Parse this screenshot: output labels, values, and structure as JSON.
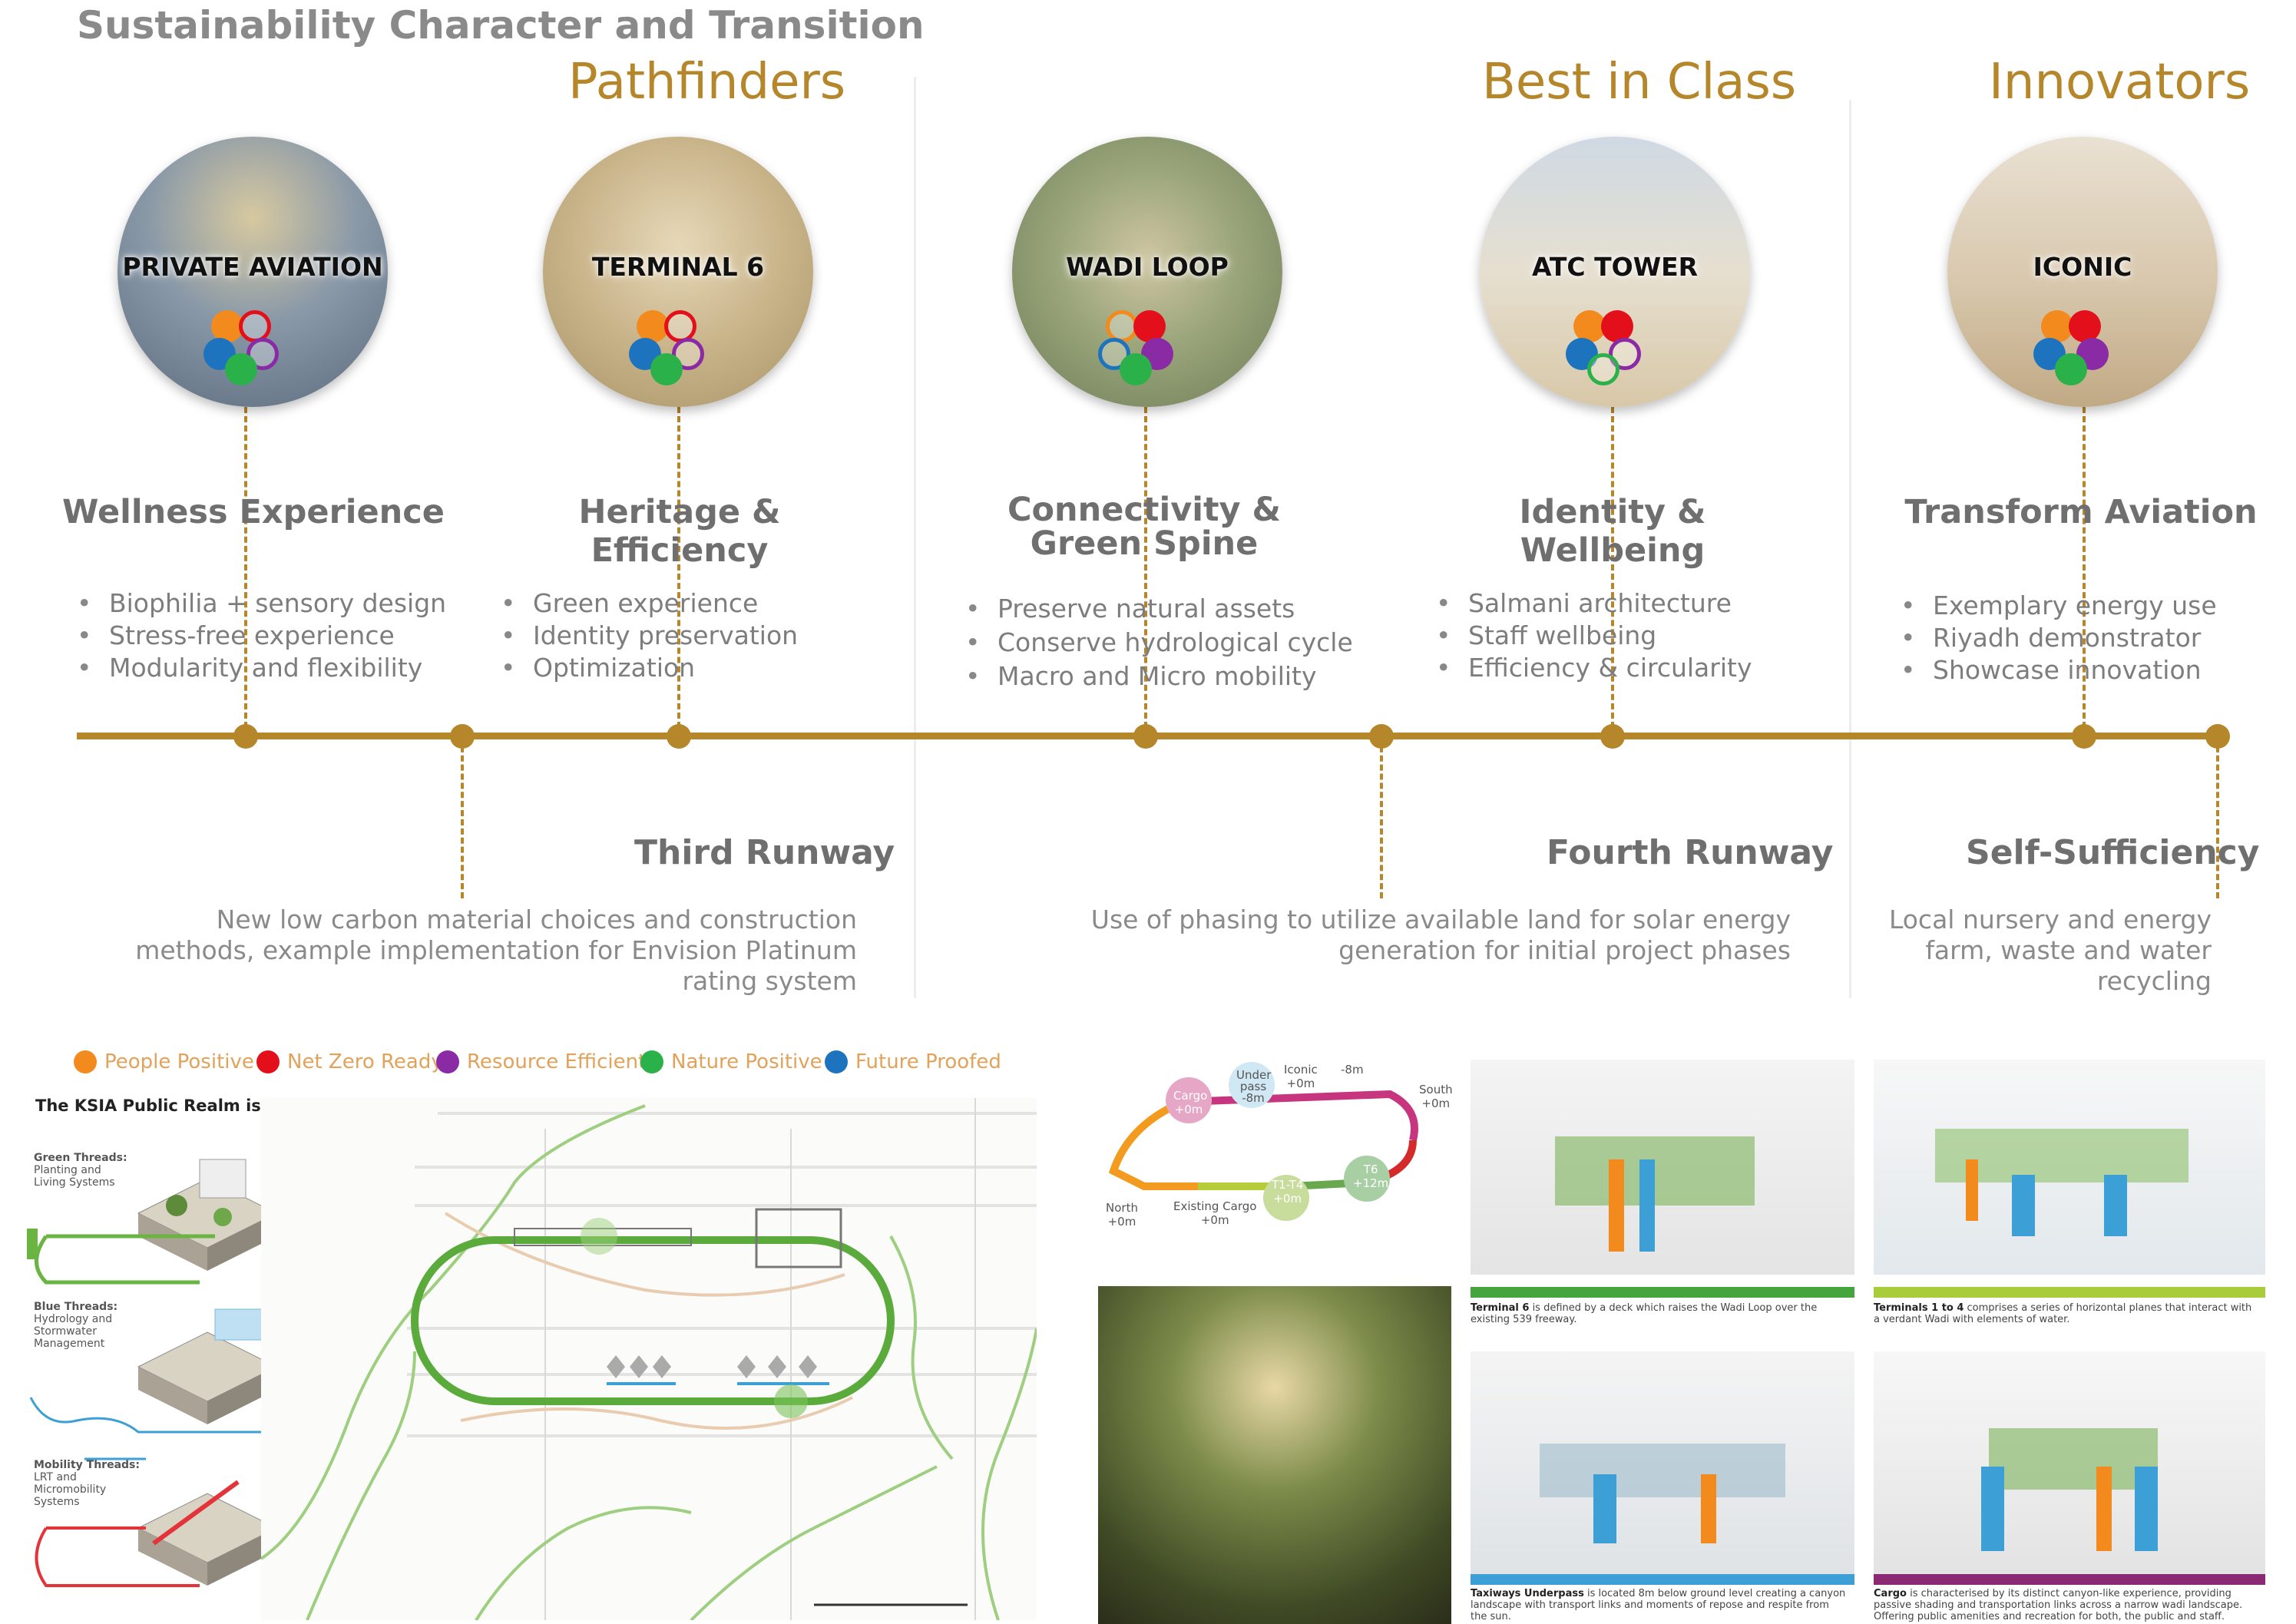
{
  "title": "Sustainability Character and Transition",
  "categories": [
    "Pathfinders",
    "Best in Class",
    "Innovators"
  ],
  "projects": [
    {
      "label": "PRIVATE AVIATION",
      "theme": "Wellness Experience",
      "bullets": [
        "Biophilia + sensory design",
        "Stress-free experience",
        "Modularity and flexibility"
      ]
    },
    {
      "label": "TERMINAL 6",
      "theme": "Heritage & Efficiency",
      "bullets": [
        "Green experience",
        "Identity preservation",
        "Optimization"
      ]
    },
    {
      "label": "WADI LOOP",
      "theme": "Connectivity & Green Spine",
      "bullets": [
        "Preserve natural assets",
        "Conserve hydrological cycle",
        "Macro and Micro mobility"
      ]
    },
    {
      "label": "ATC TOWER",
      "theme": "Identity & Wellbeing",
      "bullets": [
        "Salmani architecture",
        "Staff wellbeing",
        "Efficiency & circularity"
      ]
    },
    {
      "label": "ICONIC",
      "theme": "Transform Aviation",
      "bullets": [
        "Exemplary energy use",
        "Riyadh demonstrator",
        "Showcase innovation"
      ]
    }
  ],
  "phases": [
    {
      "title": "Third Runway",
      "desc": "New low carbon material choices and construction methods, example implementation for Envision Platinum rating system"
    },
    {
      "title": "Fourth Runway",
      "desc": "Use of phasing to utilize available land for solar energy generation for initial project phases"
    },
    {
      "title": "Self-Sufficiency",
      "desc": "Local nursery and energy farm, waste and water recycling"
    }
  ],
  "legend": [
    {
      "label": "People Positive",
      "color": "#f28a1e"
    },
    {
      "label": "Net Zero Ready",
      "color": "#e3101b"
    },
    {
      "label": "Resource Efficient",
      "color": "#8a2aa5"
    },
    {
      "label": "Nature Positive",
      "color": "#2bb14a"
    },
    {
      "label": "Future Proofed",
      "color": "#1e73be"
    }
  ],
  "public_realm": {
    "heading": "The KSIA Public Realm is organized through three main threads:",
    "threads": [
      {
        "name": "Green Threads:",
        "desc": "Planting and Living Systems",
        "color": "#6ab444"
      },
      {
        "name": "Blue Threads:",
        "desc": "Hydrology and Stormwater Management",
        "color": "#3c9fd6"
      },
      {
        "name": "Mobility Threads:",
        "desc": "LRT and Micromobility Systems",
        "color": "#e3343a"
      }
    ]
  },
  "loop_labels": [
    {
      "text": "Cargo",
      "sub": "+0m"
    },
    {
      "text": "Under pass",
      "sub": "-8m"
    },
    {
      "text": "Iconic",
      "sub": "+0m"
    },
    {
      "text": "-8m",
      "sub": ""
    },
    {
      "text": "South",
      "sub": "+0m"
    },
    {
      "text": "North",
      "sub": "+0m"
    },
    {
      "text": "Existing Cargo",
      "sub": "+0m"
    },
    {
      "text": "T1-T4",
      "sub": "+0m"
    },
    {
      "text": "T6",
      "sub": "+12m"
    }
  ],
  "captions": [
    {
      "bold": "Terminal 6",
      "text": " is defined by a deck which raises the Wadi Loop over the existing 539 freeway."
    },
    {
      "bold": "Terminals 1 to 4",
      "text": " comprises a series of horizontal planes that interact with a verdant Wadi with elements of water."
    },
    {
      "bold": "Taxiways Underpass",
      "text": " is located 8m below ground level creating a canyon landscape with transport links and moments of repose and respite from the sun."
    },
    {
      "bold": "Cargo",
      "text": " is characterised by its distinct canyon-like experience, providing passive shading and transportation links across a narrow wadi landscape. Offering public amenities and recreation for both, the public and staff."
    }
  ]
}
